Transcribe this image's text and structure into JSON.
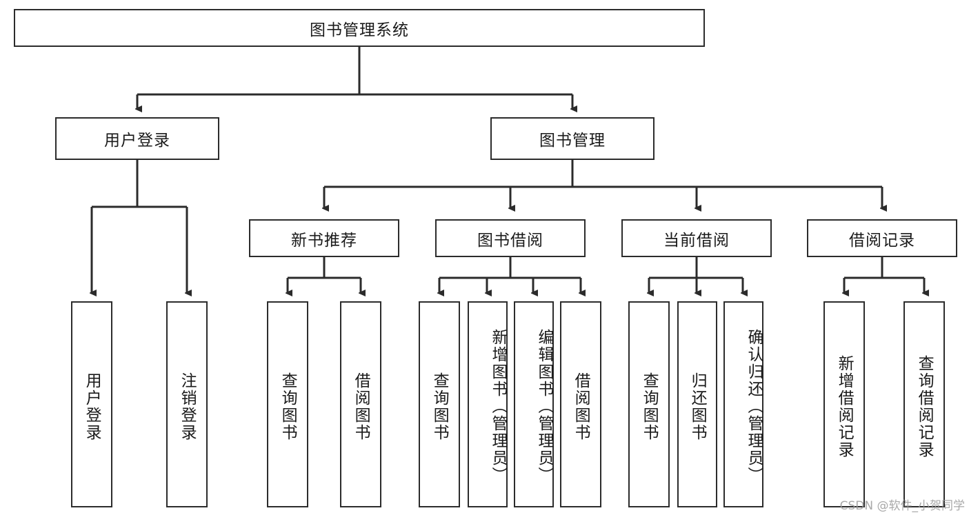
{
  "diagram": {
    "title": "图书管理系统",
    "type": "hierarchy-tree",
    "root": {
      "label": "图书管理系统"
    },
    "level2": [
      {
        "label": "用户登录"
      },
      {
        "label": "图书管理"
      }
    ],
    "level3": [
      {
        "label": "新书推荐"
      },
      {
        "label": "图书借阅"
      },
      {
        "label": "当前借阅"
      },
      {
        "label": "借阅记录"
      }
    ],
    "leaves": {
      "user_login": [
        {
          "label": "用户登录"
        },
        {
          "label": "注销登录"
        }
      ],
      "new_book_recommend": [
        {
          "label": "查询图书"
        },
        {
          "label": "借阅图书"
        }
      ],
      "book_borrow": [
        {
          "label": "查询图书"
        },
        {
          "label": "新增图书（管理员）"
        },
        {
          "label": "编辑图书（管理员）"
        },
        {
          "label": "借阅图书"
        }
      ],
      "current_borrow": [
        {
          "label": "查询图书"
        },
        {
          "label": "归还图书"
        },
        {
          "label": "确认归还（管理员）"
        }
      ],
      "borrow_record": [
        {
          "label": "新增借阅记录"
        },
        {
          "label": "查询借阅记录"
        }
      ]
    },
    "colors": {
      "stroke": "#2b2b2b",
      "fill": "#ffffff",
      "text": "#1a1a1a",
      "watermark": "#9a9a9a"
    }
  },
  "watermark": {
    "text": "CSDN @软件_小贺同学"
  }
}
